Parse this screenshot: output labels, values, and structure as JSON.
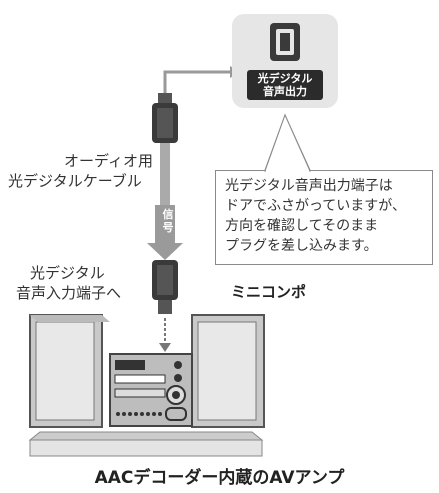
{
  "output_port": {
    "label_line1": "光デジタル",
    "label_line2": "音声出力"
  },
  "callout": {
    "text": "光デジタル音声出力端子は\nドアでふさがっていますが、\n方向を確認してそのまま\nプラグを差し込みます。"
  },
  "cable": {
    "label_line1": "オーディオ用",
    "label_line2": "光デジタルケーブル",
    "signal_line1": "信",
    "signal_line2": "号"
  },
  "input_port": {
    "label_line1": "光デジタル",
    "label_line2": "音声入力端子へ"
  },
  "device_label": "ミニコンポ",
  "amp_label": "AACデコーダー内蔵のAVアンプ"
}
